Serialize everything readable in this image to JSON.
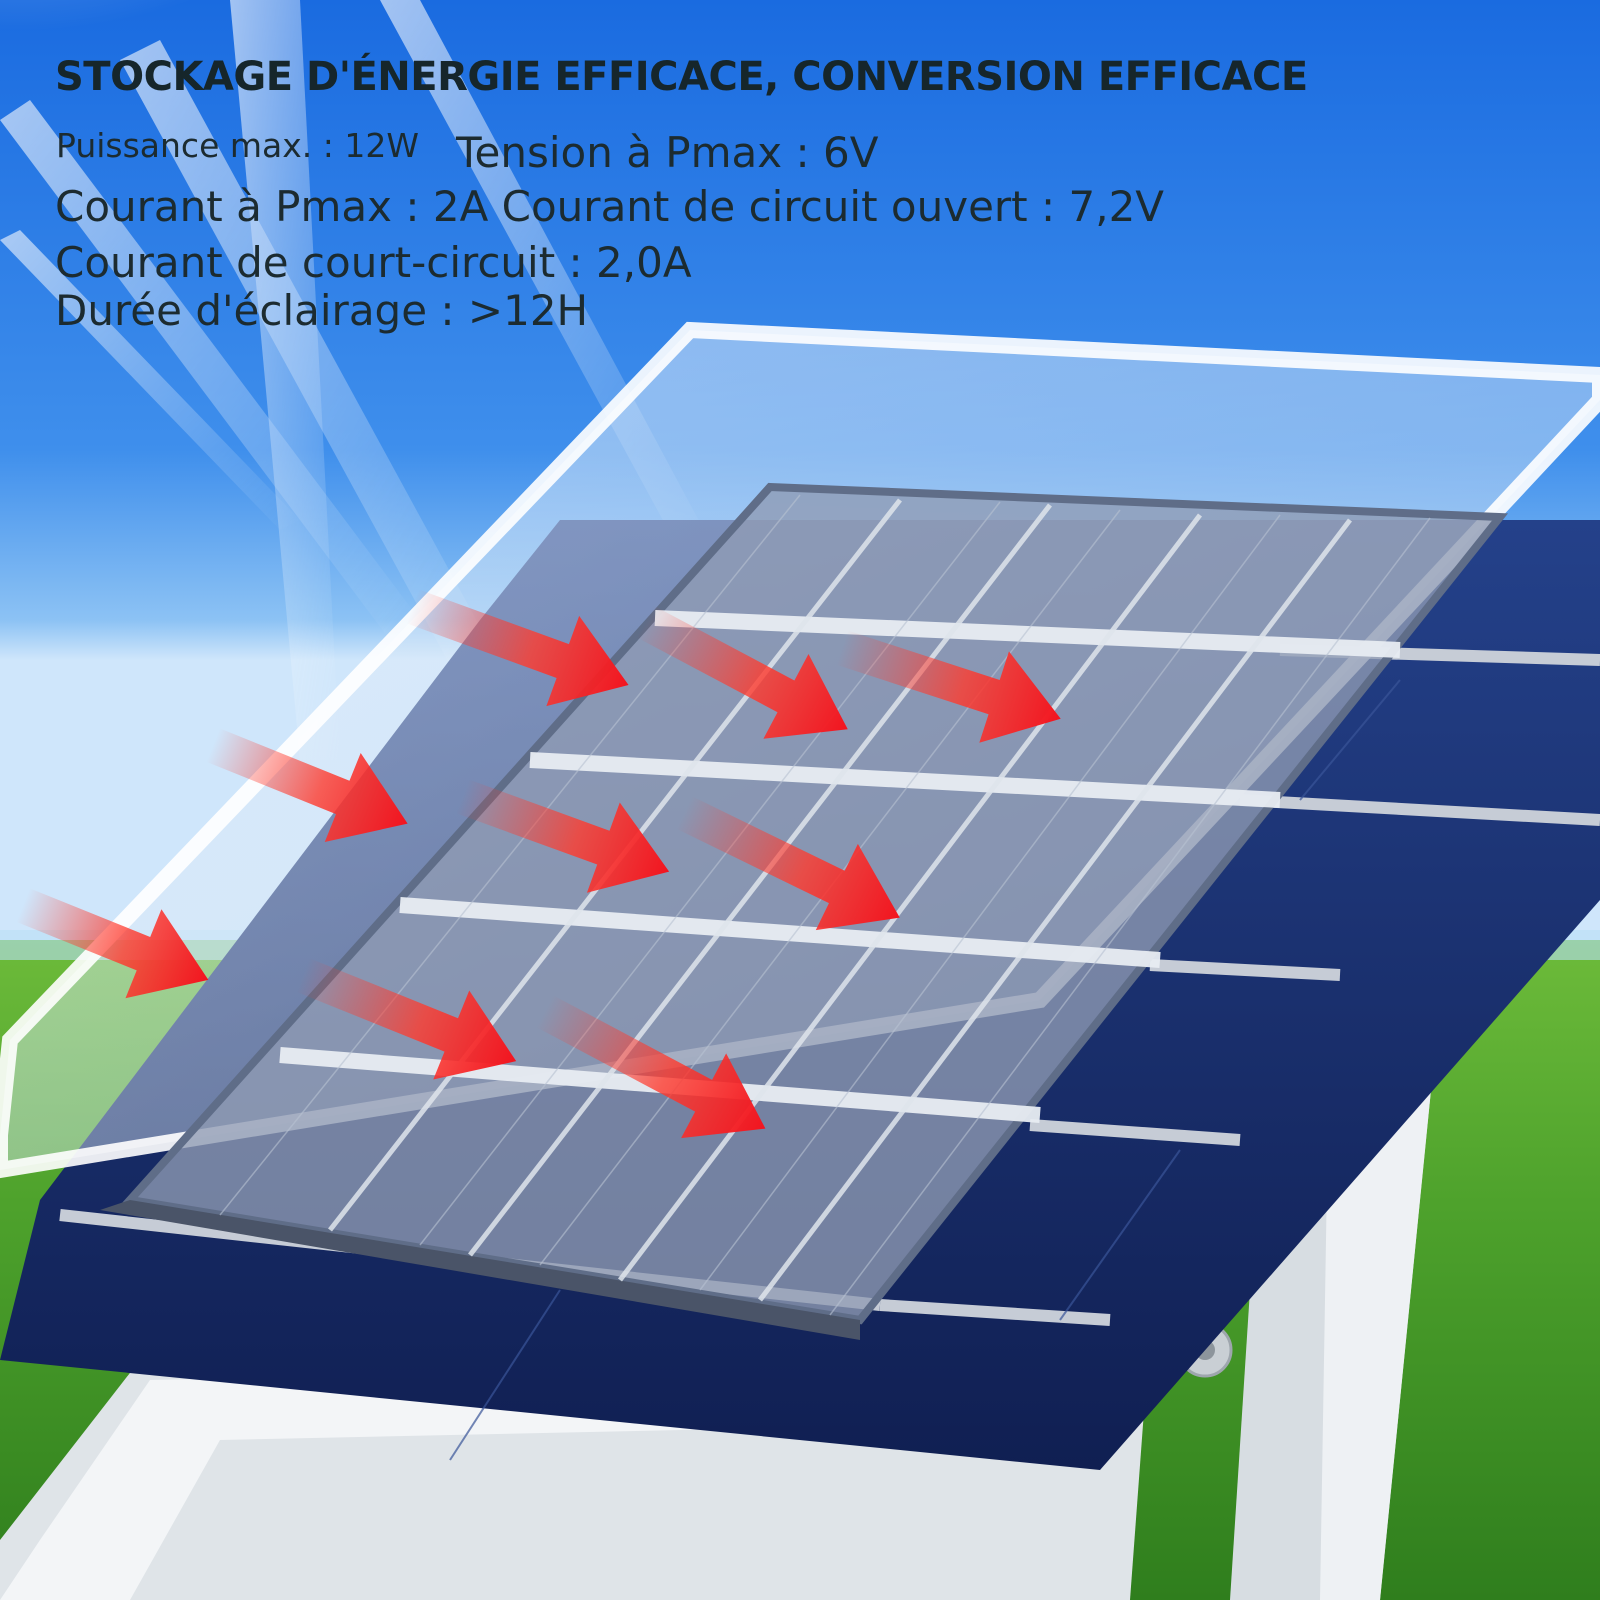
{
  "headline": "STOCKAGE D'ÉNERGIE EFFICACE, CONVERSION EFFICACE",
  "specs": {
    "power": "Puissance max. : 12W",
    "voltage": "Tension à Pmax : 6V",
    "current_open_circuit": "Courant à Pmax : 2A Courant de circuit ouvert : 7,2V",
    "short_circuit": "Courant de court-circuit : 2,0A",
    "lighting_duration": "Durée d'éclairage : >12H"
  },
  "colors": {
    "sky_top": "#1b6fe0",
    "sky_bottom": "#6fb3f2",
    "grass": "#3f9a2a",
    "panel_blue": "#18306e",
    "frame": "#e9edf0",
    "arrow_red": "#f2222a",
    "text": "#1c2b30"
  }
}
